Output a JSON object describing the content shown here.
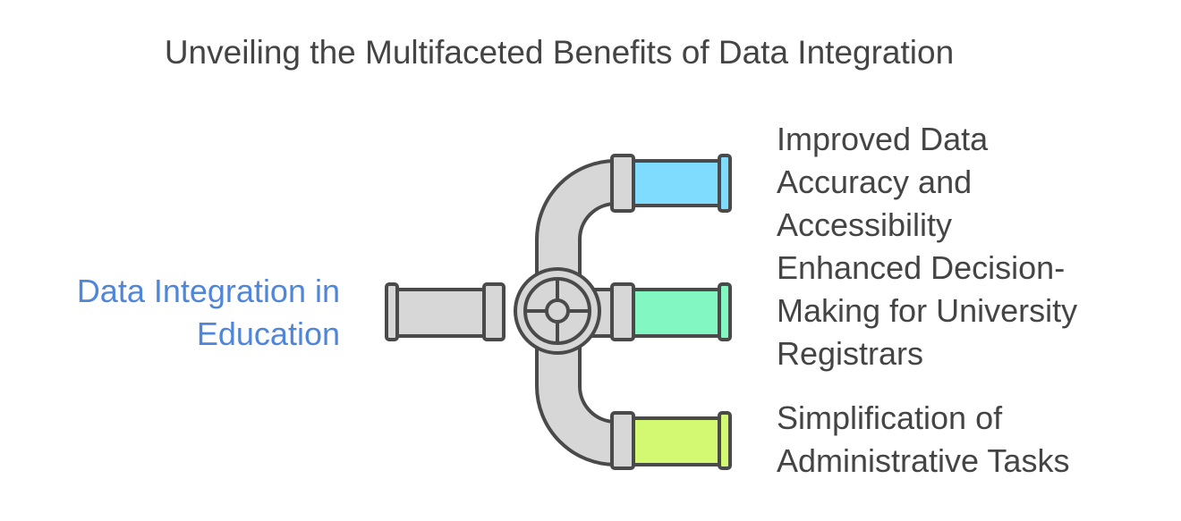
{
  "title": "Unveiling the Multifaceted Benefits of Data Integration",
  "input": {
    "line1": "Data Integration in",
    "line2": "Education"
  },
  "outputs": [
    {
      "lines": [
        "Improved Data",
        "Accuracy and",
        "Accessibility"
      ],
      "color": "#7fdcff"
    },
    {
      "lines": [
        "Enhanced Decision-",
        "Making for University",
        "Registrars"
      ],
      "color": "#82f7c1"
    },
    {
      "lines": [
        "Simplification of",
        "Administrative Tasks"
      ],
      "color": "#d3f872"
    }
  ],
  "colors": {
    "pipe": "#d7d7d7",
    "stroke": "#4a4a4a",
    "title_text": "#444444",
    "input_text": "#4f86d9"
  },
  "icons": [
    "valve-icon"
  ]
}
